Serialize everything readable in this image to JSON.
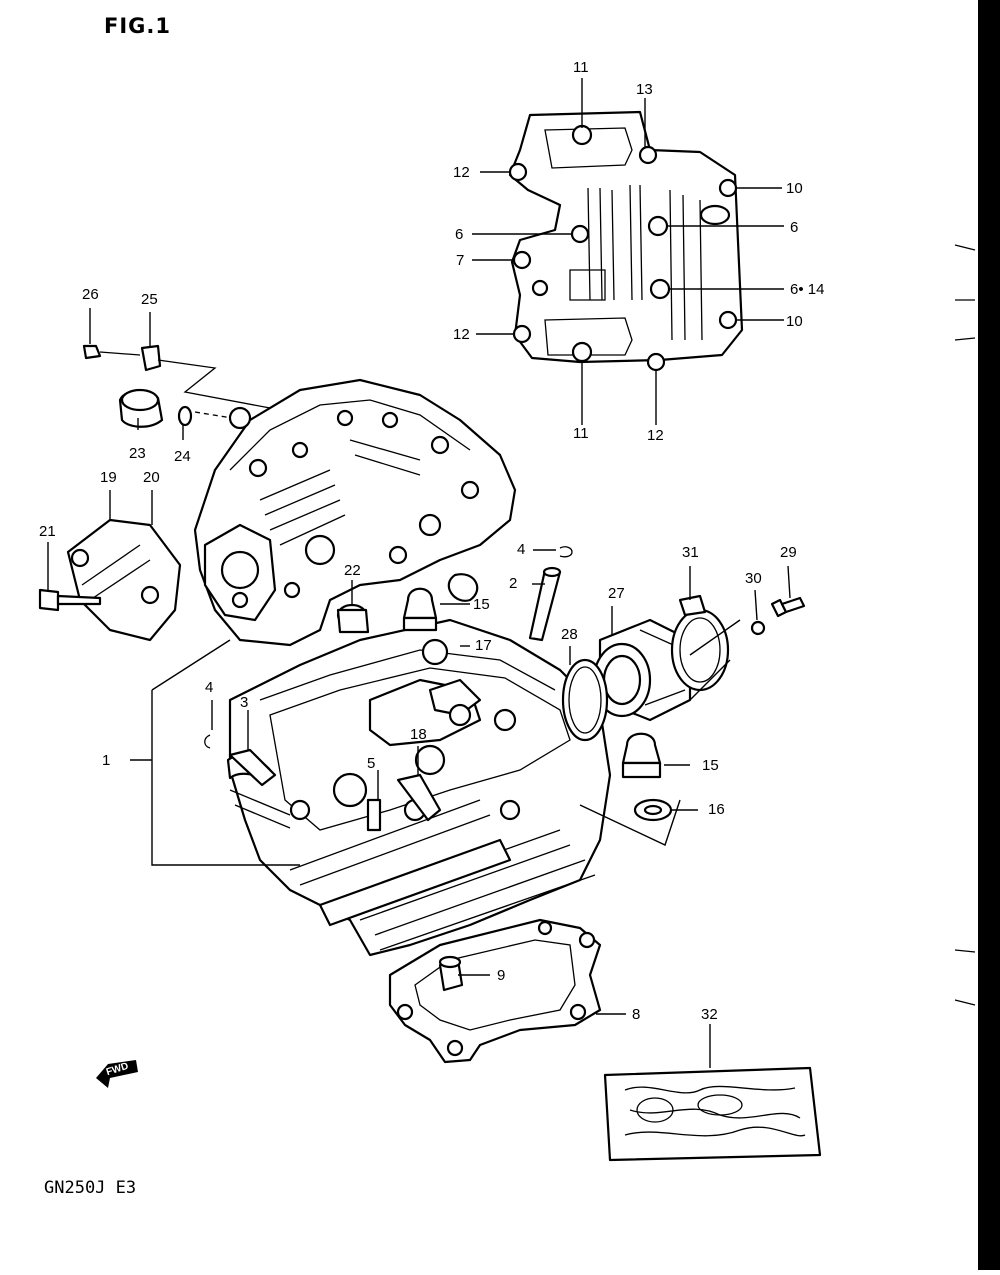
{
  "figure": {
    "title": "FIG.1",
    "model_code": "GN250J E3",
    "fwd_label": "FWD"
  },
  "callouts": {
    "c1": "1",
    "c2": "2",
    "c3": "3",
    "c4a": "4",
    "c4b": "4",
    "c5": "5",
    "c6a": "6",
    "c6b": "6",
    "c6_14": "6• 14",
    "c7": "7",
    "c8": "8",
    "c9": "9",
    "c10a": "10",
    "c10b": "10",
    "c11a": "11",
    "c11b": "11",
    "c12a": "12",
    "c12b": "12",
    "c12c": "12",
    "c13": "13",
    "c15a": "15",
    "c15b": "15",
    "c16": "16",
    "c17": "17",
    "c18": "18",
    "c19": "19",
    "c20": "20",
    "c21": "21",
    "c22": "22",
    "c23": "23",
    "c24": "24",
    "c25": "25",
    "c26": "26",
    "c27": "27",
    "c28": "28",
    "c29": "29",
    "c30": "30",
    "c31": "31",
    "c32": "32"
  },
  "colors": {
    "ink": "#000000",
    "paper": "#ffffff"
  }
}
